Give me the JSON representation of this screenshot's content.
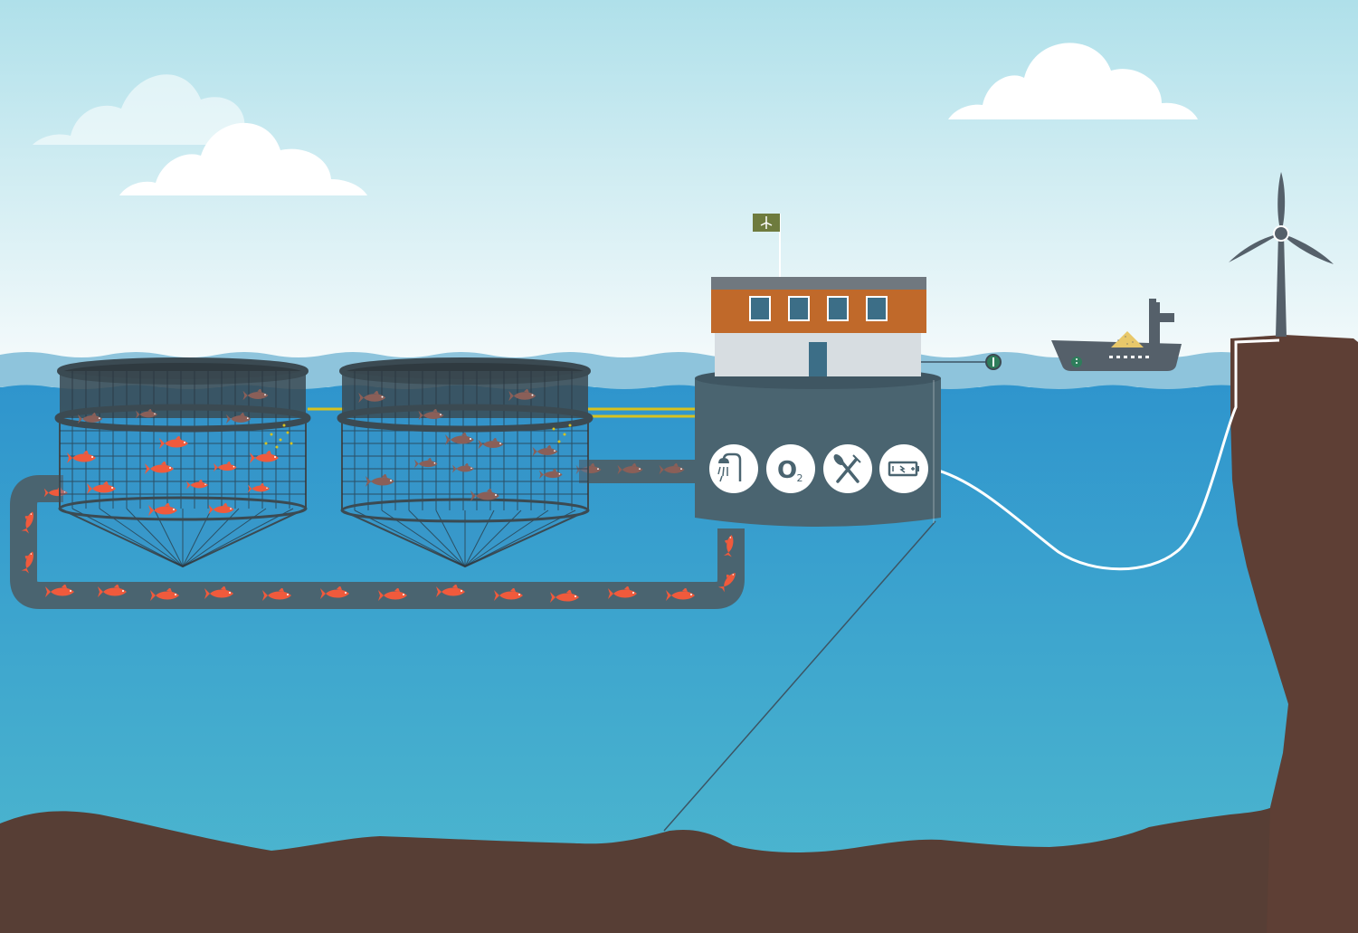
{
  "scene": {
    "colors": {
      "sky_top": "#afe0ea",
      "sky_bottom": "#f4fafb",
      "wave": "#8ec4dc",
      "water_top": "#2f95cd",
      "water_bottom": "#4fb9cf",
      "seabed": "#573e35",
      "cliff": "#5e3f35",
      "cage_dark": "#3b4a52",
      "pipe": "#4a6470",
      "fish_live": "#f05a3c",
      "fish_shadow": "#8a5f58",
      "feed_line": "#d7c21f",
      "cable": "#ffffff",
      "platform": "#4a6470",
      "building_roof": "#c0692a",
      "building_wall": "#d7dde1",
      "window": "#3c6e87",
      "flag": "#6e7b3e",
      "turbine": "#55606a",
      "boat": "#55606a",
      "feed_pellets": "#e8c86a"
    },
    "platform_icons": [
      {
        "name": "shower-icon",
        "label": ""
      },
      {
        "name": "oxygen-icon",
        "label": "O",
        "subscript": "2"
      },
      {
        "name": "feeding-icon",
        "label": ""
      },
      {
        "name": "battery-icon",
        "label": ""
      }
    ],
    "elements": [
      "clouds",
      "fish-cage-left",
      "fish-cage-right",
      "fish-transport-pipe",
      "feeding-platform",
      "platform-building",
      "feed-barge",
      "wind-turbine",
      "power-cable",
      "mooring-line",
      "seabed",
      "cliff"
    ]
  }
}
